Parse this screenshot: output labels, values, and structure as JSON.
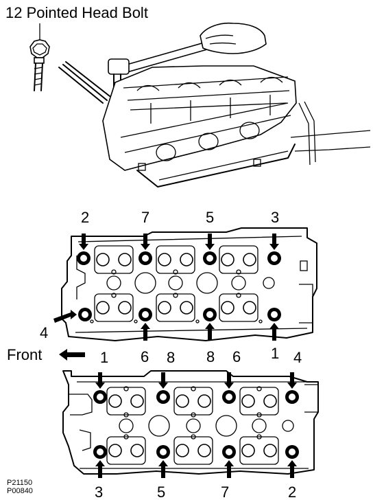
{
  "title": "12 Pointed Head Bolt",
  "front_label": "Front",
  "figure_codes": [
    "P21150",
    "P00840"
  ],
  "upper_head": {
    "top_labels": [
      "2",
      "7",
      "5",
      "3"
    ],
    "bottom_labels": [
      "4",
      "6",
      "8",
      "1"
    ]
  },
  "lower_head": {
    "top_labels": [
      "1",
      "8",
      "6",
      "4"
    ],
    "bottom_labels": [
      "3",
      "5",
      "7",
      "2"
    ]
  },
  "icons": [
    "twelve-point-bolt-icon",
    "torque-wrench-icon",
    "front-arrow-icon",
    "bolt-arrow-icon"
  ]
}
